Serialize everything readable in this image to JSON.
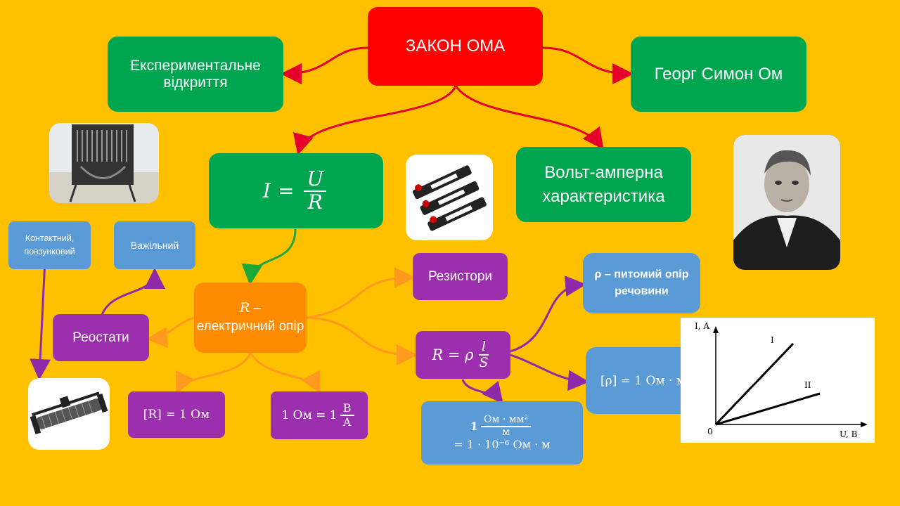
{
  "colors": {
    "background": "#FFC000",
    "red": "#FF0000",
    "green": "#00A550",
    "orange": "#FF8C00",
    "purple": "#9B2FAE",
    "blue": "#5B9BD5"
  },
  "title": "ЗАКОН ОМА",
  "experimental": "Експериментальне відкриття",
  "scientist": "Георг Симон Ом",
  "formula": {
    "lhs": "I",
    "eq": "=",
    "num": "U",
    "den": "R"
  },
  "vac": "Вольт-амперна характеристика",
  "resistance": {
    "r": "R",
    "dash": " –",
    "text": "електричний опір"
  },
  "resistors": "Резистори",
  "rheostats": "Реостати",
  "contact": "Контактний, повзунковий",
  "lever": "Важільний",
  "unit_r": "[R] = 1 Ом",
  "unit_ohm": {
    "lhs": "1 Ом = 1",
    "num": "В",
    "den": "А"
  },
  "rho_formula": {
    "lhs": "R = ρ",
    "num": "l",
    "den": "S"
  },
  "rho_def": "ρ – питомий опір речовини",
  "rho_unit": "[ρ] = 1 Ом · м",
  "rho_conv": {
    "one": "1",
    "num": "Ом · мм²",
    "den": "м",
    "rest": "= 1 · 10⁻⁶ Ом · м"
  },
  "graph": {
    "ylabel": "I, A",
    "xlabel": "U, B",
    "origin": "0",
    "line1": "I",
    "line2": "II"
  },
  "chart_data": {
    "type": "line",
    "xlabel": "U, B",
    "ylabel": "I, A",
    "series": [
      {
        "name": "I",
        "x": [
          0,
          1
        ],
        "y": [
          0,
          0.85
        ]
      },
      {
        "name": "II",
        "x": [
          0,
          1
        ],
        "y": [
          0,
          0.35
        ]
      }
    ]
  }
}
